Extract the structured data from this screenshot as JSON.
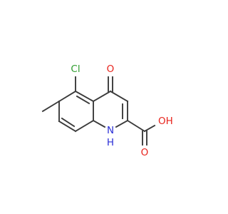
{
  "molecule": {
    "atoms": {
      "chlorine": "Cl",
      "keto_oxygen": "O",
      "ring_nitrogen": "N",
      "nitrogen_hydrogen": "H",
      "hydroxyl": "OH",
      "carbonyl_oxygen": "O"
    },
    "colors": {
      "bond": "#3a3a3a",
      "chlorine": "#2e9d2e",
      "oxygen": "#e8231c",
      "nitrogen": "#2b2fd6"
    }
  }
}
